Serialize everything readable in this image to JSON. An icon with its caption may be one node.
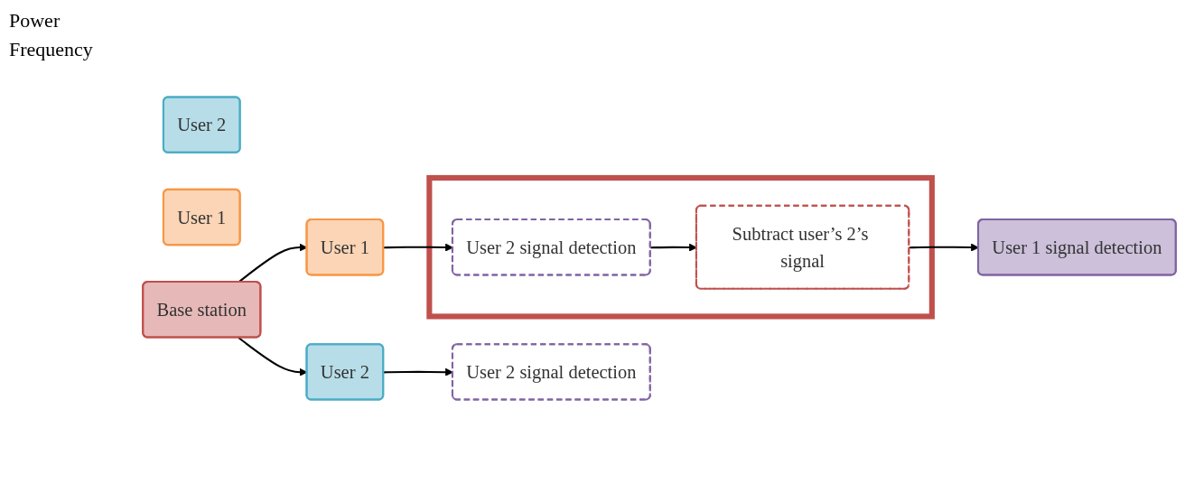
{
  "diagram": {
    "nodes": [
      {
        "text": [
          "User 2"
        ]
      },
      {
        "text": [
          "User 1"
        ]
      },
      {
        "text": [
          "User 1"
        ]
      },
      {
        "text": [],
        "shape": "box"
      },
      {
        "text": [
          "User 2 signal detection"
        ],
        "in": 3
      },
      {
        "text": [
          "Subtract user’s 2’s signal"
        ],
        "in": 3
      },
      {
        "text": [
          "User 1 signal detection"
        ]
      },
      {
        "text": [
          "Base station"
        ]
      },
      {
        "text": [
          "User 2"
        ]
      },
      {
        "text": [
          "User 2 signal detection"
        ]
      }
    ],
    "edges": [
      {
        "from": 7,
        "to": 2,
        "arrow": "to"
      },
      {
        "from": 2,
        "to": 4,
        "arrow": "to"
      },
      {
        "from": 4,
        "to": 5,
        "arrow": "to"
      },
      {
        "from": 5,
        "to": 6,
        "arrow": "to"
      },
      {
        "from": 7,
        "to": 8,
        "arrow": "to"
      },
      {
        "from": 8,
        "to": 9,
        "arrow": "to"
      }
    ],
    "labels": [
      "Power",
      "Frequency"
    ]
  }
}
